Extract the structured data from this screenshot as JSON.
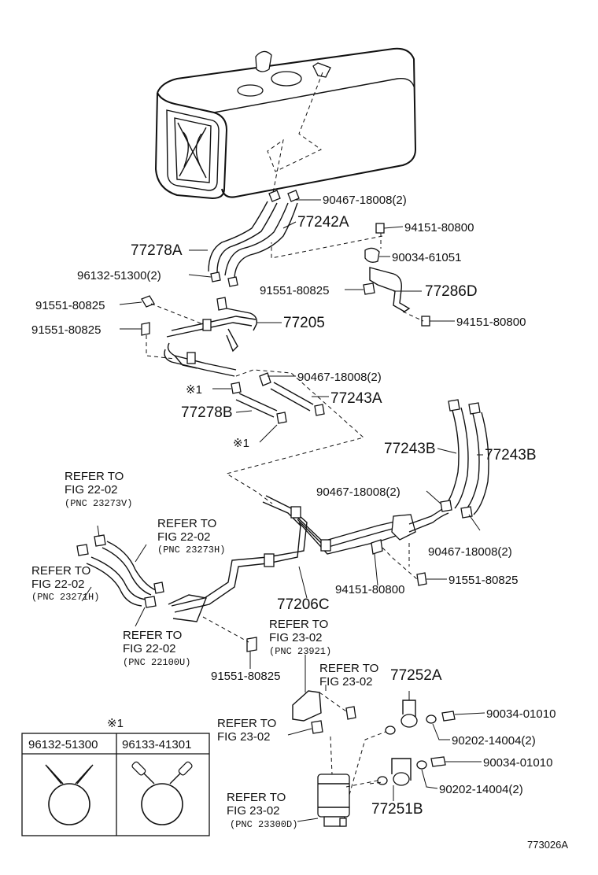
{
  "callouts": [
    {
      "id": "c1",
      "text": "90467-18008(2)"
    },
    {
      "id": "c2",
      "text": "77242A"
    },
    {
      "id": "c3",
      "text": "94151-80800"
    },
    {
      "id": "c4",
      "text": "77278A"
    },
    {
      "id": "c5",
      "text": "90034-61051"
    },
    {
      "id": "c6",
      "text": "96132-51300(2)"
    },
    {
      "id": "c7",
      "text": "91551-80825"
    },
    {
      "id": "c8",
      "text": "77286D"
    },
    {
      "id": "c9",
      "text": "91551-80825"
    },
    {
      "id": "c10",
      "text": "77205"
    },
    {
      "id": "c11",
      "text": "94151-80800"
    },
    {
      "id": "c12",
      "text": "91551-80825"
    },
    {
      "id": "c13",
      "text": "90467-18008(2)"
    },
    {
      "id": "c14",
      "text": "※1"
    },
    {
      "id": "c15",
      "text": "77243A"
    },
    {
      "id": "c16",
      "text": "77278B"
    },
    {
      "id": "c17",
      "text": "※1"
    },
    {
      "id": "c18",
      "text": "77243B"
    },
    {
      "id": "c19",
      "text": "77243B"
    },
    {
      "id": "c20",
      "text": "90467-18008(2)"
    },
    {
      "id": "c21",
      "text": "90467-18008(2)"
    },
    {
      "id": "c22",
      "text": "91551-80825"
    },
    {
      "id": "c23",
      "text": "94151-80800"
    },
    {
      "id": "c24",
      "text": "77206C"
    },
    {
      "id": "c25",
      "text": "91551-80825"
    },
    {
      "id": "c26",
      "text": "77252A"
    },
    {
      "id": "c27",
      "text": "90034-01010"
    },
    {
      "id": "c28",
      "text": "90202-14004(2)"
    },
    {
      "id": "c29",
      "text": "90034-01010"
    },
    {
      "id": "c30",
      "text": "90202-14004(2)"
    },
    {
      "id": "c31",
      "text": "77251B"
    }
  ],
  "references": [
    {
      "id": "r1",
      "line1": "REFER TO",
      "line2": "FIG 22-02",
      "pnc": "(PNC 23273V)"
    },
    {
      "id": "r2",
      "line1": "REFER TO",
      "line2": "FIG 22-02",
      "pnc": "(PNC 23273H)"
    },
    {
      "id": "r3",
      "line1": "REFER TO",
      "line2": "FIG 22-02",
      "pnc": "(PNC 23271H)"
    },
    {
      "id": "r4",
      "line1": "REFER TO",
      "line2": "FIG 22-02",
      "pnc": "(PNC 22100U)"
    },
    {
      "id": "r5",
      "line1": "REFER TO",
      "line2": "FIG 23-02",
      "pnc": "(PNC 23921)"
    },
    {
      "id": "r6",
      "line1": "REFER TO",
      "line2": "FIG 23-02",
      "pnc": ""
    },
    {
      "id": "r7",
      "line1": "REFER TO",
      "line2": "FIG 23-02",
      "pnc": ""
    },
    {
      "id": "r8",
      "line1": "REFER TO",
      "line2": "FIG 23-02",
      "pnc": "(PNC 23300D)"
    }
  ],
  "legend": {
    "marker": "※1",
    "col1": "96132-51300",
    "col2": "96133-41301"
  },
  "figure_code": "773026A"
}
